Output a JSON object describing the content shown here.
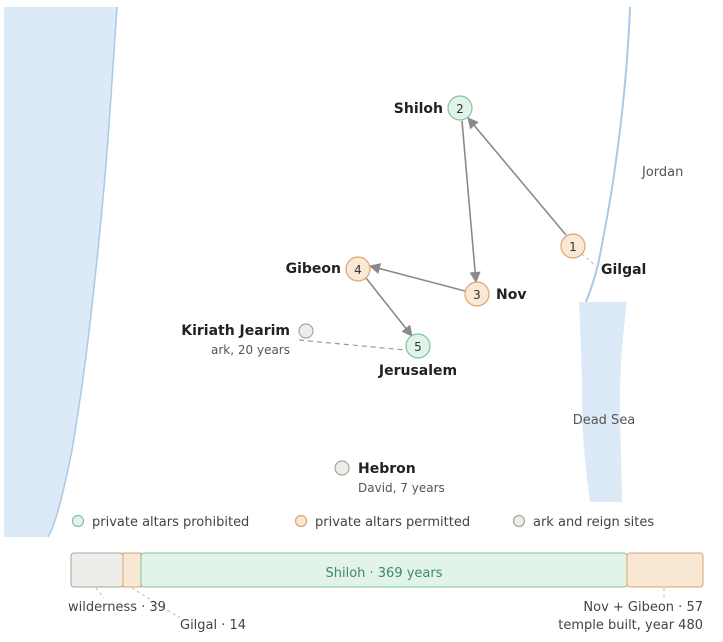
{
  "water": {
    "river": "Jordan",
    "sea": "Dead Sea"
  },
  "sites": [
    {
      "id": "gilgal",
      "name": "Gilgal",
      "num": "1",
      "kind": "permitted"
    },
    {
      "id": "shiloh",
      "name": "Shiloh",
      "num": "2",
      "kind": "prohibited"
    },
    {
      "id": "nov",
      "name": "Nov",
      "num": "3",
      "kind": "permitted"
    },
    {
      "id": "gibeon",
      "name": "Gibeon",
      "num": "4",
      "kind": "permitted"
    },
    {
      "id": "jerusalem",
      "name": "Jerusalem",
      "num": "5",
      "kind": "prohibited"
    },
    {
      "id": "kiriath-jearim",
      "name": "Kiriath Jearim",
      "note": "ark, 20 years",
      "kind": "ark"
    },
    {
      "id": "hebron",
      "name": "Hebron",
      "note": "David, 7 years",
      "kind": "ark"
    }
  ],
  "route": [
    "gilgal",
    "shiloh",
    "nov",
    "gibeon",
    "jerusalem"
  ],
  "ark_link": {
    "from": "kiriath-jearim",
    "to": "jerusalem"
  },
  "legend": [
    {
      "kind": "prohibited",
      "label": "private altars prohibited"
    },
    {
      "kind": "permitted",
      "label": "private altars permitted"
    },
    {
      "kind": "ark",
      "label": "ark and reign sites"
    }
  ],
  "timeline": {
    "segments": [
      {
        "id": "wilderness",
        "label": "wilderness · 39",
        "years": 39,
        "kind": "ark"
      },
      {
        "id": "gilgal",
        "label": "Gilgal · 14",
        "years": 14,
        "kind": "permitted"
      },
      {
        "id": "shiloh",
        "label": "Shiloh · 369 years",
        "years": 369,
        "kind": "prohibited"
      },
      {
        "id": "nov-gibeon",
        "label": "Nov + Gibeon · 57",
        "years": 57,
        "kind": "permitted"
      }
    ],
    "end_note": "temple built, year 480"
  },
  "colors": {
    "prohibited_fill": "#e2f3ea",
    "prohibited_stroke": "#7fc4a2",
    "permitted_fill": "#f9e8d4",
    "permitted_stroke": "#dba56e",
    "ark_fill": "#efedea",
    "ark_stroke": "#a9a49e",
    "water": "#dceaf8",
    "water_edge": "#a9c9e6",
    "route": "#8a8a8a"
  }
}
